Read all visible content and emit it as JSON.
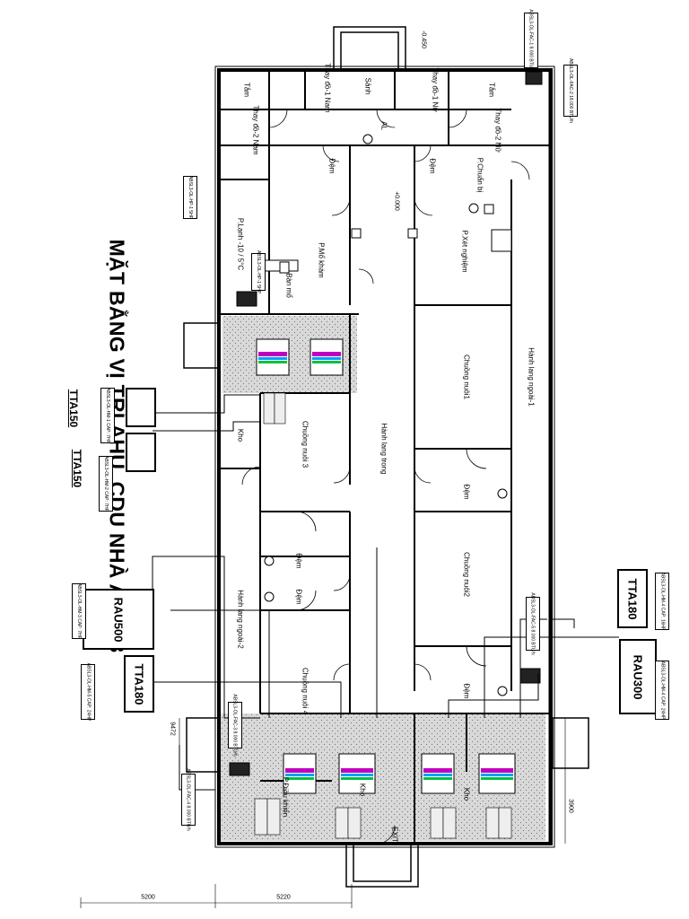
{
  "title": "MẶT BẰNG VỊ TRÍ AHU, CDU NHÀ ABSL3",
  "rooms": {
    "tam_1": "Tắm",
    "thay_do_1_nam": "Thay đồ-1 Nam",
    "sanh": "Sảnh",
    "thay_do_1_nu": "Thay đồ-1 Nữ",
    "tam_2": "Tắm",
    "thay_do_2_nam": "Thay đồ-2 Nam",
    "al": "AL",
    "thay_do_2_nu": "Thay đồ-2 Nữ",
    "dem_1": "Đệm",
    "dem_2": "Đệm",
    "p_chuan_bi": "P.Chuẩn bị",
    "p_lanh": "P.Lạnh -10 / 5°C",
    "p_mo_kham": "P.Mổ khám",
    "ban_mo": "Bàn mổ",
    "p_xet_nghiem": "P.Xét nghiệm",
    "chuong_nuoi_1": "Chuồng nuôi1",
    "hanh_lang_ngoai_1": "Hành lang ngoài-1",
    "kho_1": "Kho",
    "chuong_nuoi_3": "Chuồng nuôi 3",
    "hanh_lang_trong": "Hành lang trong",
    "dem_3": "Đệm",
    "chuong_nuoi_2": "Chuồng nuôi2",
    "dem_4": "Đệm",
    "dem_5": "Đệm",
    "hanh_lang_ngoai_2": "Hành lang ngoài-2",
    "dem_6": "Đệm",
    "chuong_nuoi_4": "Chuồng nuôi 4",
    "p_dieu_khien": "P.Điều khiển",
    "kho_2": "Kho",
    "kho_3": "Kho",
    "exit": "EXIT"
  },
  "equipment": {
    "tta150_a": "TTA150",
    "tta150_b": "TTA150",
    "rau500": "RAU500",
    "tta180_left": "TTA180",
    "tta180_right": "TTA180",
    "rau300": "RAU300"
  },
  "tags": {
    "t1": "ABSL3-OL-FAC-1 8.000 BTU/h",
    "t2": "ABSL3-OL-FAC-2 18.000 BTU/h",
    "t3": "ABSL3-OL-HP-1 5HP",
    "t4": "ABSL3-OL-HP-1 5HP",
    "t5": "ABSL3-OL-HM-1 CAP: 7HP",
    "t6": "ABSL3-OL-HM-2 CAP: 7HP",
    "t7": "ABSL3-OL-HM-4 CAP: 24HP",
    "t8": "ABSL3-OL-HM-3 CAP: 7HP",
    "t9": "ABSL3-OL-FAC-3 8.000 BTU/h",
    "t10": "ABSL3-OL-FAC-4 8.000 BTU/h",
    "t11": "ABSL3-OL-HM-4 CAP: 16HP",
    "t12": "ABSL3-OL-HM-5 CAP: 24HP",
    "t13": "ABSL3-OL-FAC-5 8.000 BTU/h"
  },
  "dimensions": {
    "d1": "5200",
    "d2": "5220",
    "d3": "3900",
    "d4": "9472",
    "level_1": "+0.000",
    "level_2": "-0.450"
  }
}
